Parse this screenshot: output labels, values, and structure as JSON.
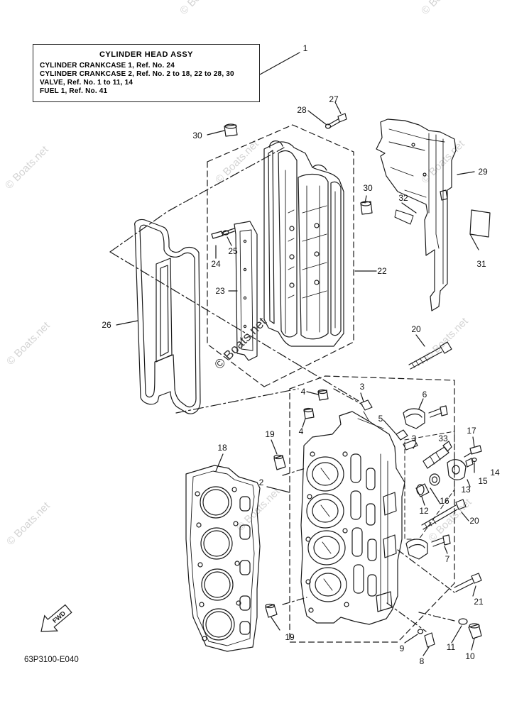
{
  "legend": {
    "title": "CYLINDER  HEAD ASSY",
    "lines": [
      "CYLINDER CRANKCASE 1, Ref. No. 24",
      "CYLINDER CRANKCASE 2, Ref. No. 2 to 18, 22 to 28, 30",
      "VALVE,  Ref. No. 1 to 11, 14",
      "FUEL 1,  Ref. No. 41"
    ]
  },
  "callouts": [
    "1",
    "2",
    "3",
    "3",
    "4",
    "4",
    "5",
    "6",
    "7",
    "8",
    "9",
    "10",
    "11",
    "12",
    "13",
    "14",
    "15",
    "16",
    "17",
    "18",
    "19",
    "19",
    "20",
    "20",
    "21",
    "22",
    "23",
    "24",
    "25",
    "26",
    "27",
    "28",
    "29",
    "30",
    "30",
    "31",
    "32",
    "33"
  ],
  "fwd_label": "FWD",
  "drawing_code": "63P3100-E040",
  "watermarks": {
    "faint": "© Boats.net",
    "main": "© Boats.net"
  },
  "colors": {
    "line": "#1a1a1a",
    "watermark": "#d4d4d4",
    "background": "#ffffff"
  }
}
